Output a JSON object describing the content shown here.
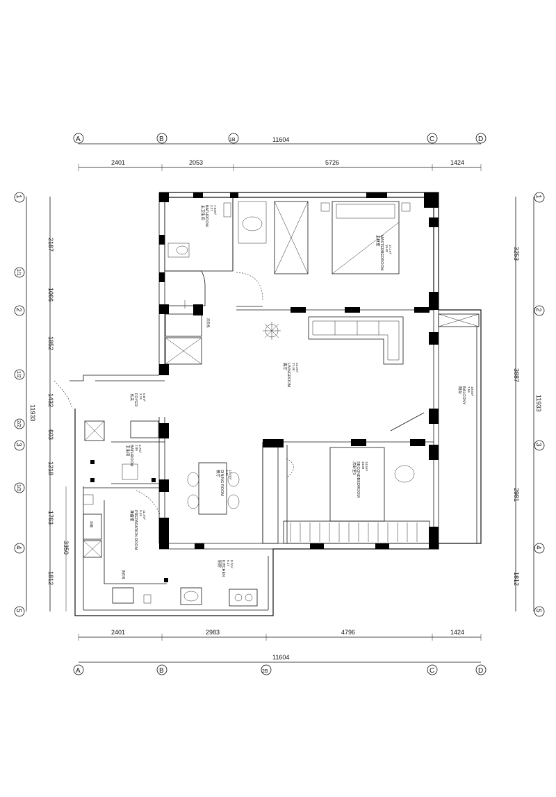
{
  "grid_top": [
    "A",
    "B",
    "1B",
    "C",
    "D"
  ],
  "grid_bottom": [
    "A",
    "B",
    "2B",
    "C",
    "D"
  ],
  "grid_left": [
    "1",
    "1/1",
    "2",
    "1/2",
    "2/2",
    "3",
    "1/3",
    "4",
    "5"
  ],
  "grid_right": [
    "1",
    "2",
    "3",
    "4",
    "5"
  ],
  "dims": {
    "top_total": "11604",
    "top_segments": [
      "2401",
      "2053",
      "5726",
      "1424"
    ],
    "bottom_total": "11604",
    "bottom_segments": [
      "2401",
      "2983",
      "4796",
      "1424"
    ],
    "left_total": "11933",
    "left_segments": [
      "2187",
      "1066",
      "1852",
      "1432",
      "603",
      "1218",
      "1763",
      "1812"
    ],
    "left_inner": "3350",
    "right_total": "11933",
    "right_segments": [
      "3253",
      "3887",
      "2981",
      "1812"
    ]
  },
  "rooms": [
    {
      "cn": "主卫生间",
      "en": "BATHROOM",
      "area": "7.92m²",
      "h": "3.27"
    },
    {
      "cn": "主卧室",
      "en": "MASTERBEDROOM",
      "area": "17.1m²",
      "h": "15.82"
    },
    {
      "cn": "客厅",
      "en": "LIVINGROOM",
      "area": "22.2m²",
      "h": "27.40"
    },
    {
      "cn": "阳台",
      "en": "BALCONY",
      "area": "10.5m²",
      "h": "7.54"
    },
    {
      "cn": "玄关",
      "en": "FOYER",
      "area": "6.6m²",
      "h": "3.74"
    },
    {
      "cn": "卫生间",
      "en": "BATHROOM",
      "area": "3.7m²",
      "h": "2.80"
    },
    {
      "cn": "次卧室1",
      "en": "SECONDBEDROOM",
      "area": "14.5m²",
      "h": "14.58"
    },
    {
      "cn": "餐厅",
      "en": "DINING ROOM",
      "area": "12.7m²",
      "h": "9.46"
    },
    {
      "cn": "准备室",
      "en": "PREPARATION ROOM",
      "area": "11.7m²",
      "h": "9.43"
    },
    {
      "cn": "厨房",
      "en": "KITCHEN",
      "area": "8.7m²",
      "h": "6.27"
    }
  ],
  "labels": {
    "washer": "洗衣机",
    "fridge": "冰箱",
    "washer2": "洗衣机"
  }
}
